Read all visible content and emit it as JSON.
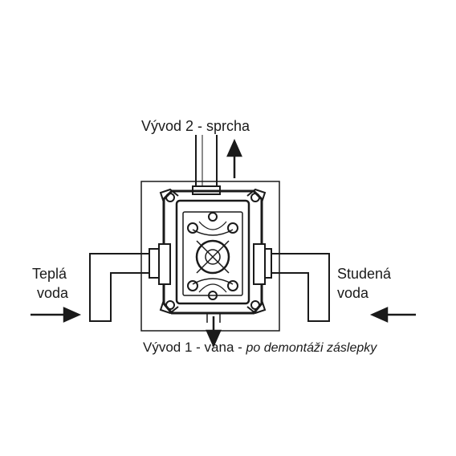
{
  "labels": {
    "outlet_2": "Vývod 2 - sprcha",
    "warm_line1": "Teplá",
    "warm_line2": "voda",
    "cold_line1": "Studená",
    "cold_line2": "voda",
    "outlet_1": "Vývod 1 - vana -",
    "outlet_1_note": "po demontáži záslepky"
  },
  "colors": {
    "line": "#1a1a1a",
    "background": "#ffffff"
  }
}
